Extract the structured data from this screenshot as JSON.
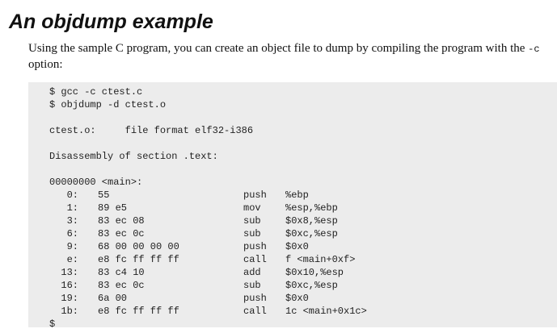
{
  "page": {
    "title": "An objdump example",
    "intro_prefix": "Using the sample C program, you can create an object file to dump by compiling the program with the ",
    "intro_code": "-c",
    "intro_suffix": " option:"
  },
  "code": {
    "cmd1": "$ gcc -c ctest.c",
    "cmd2": "$ objdump -d ctest.o",
    "file_line": "ctest.o:     file format elf32-i386",
    "section_line": "Disassembly of section .text:",
    "func_label": "00000000 <main>:",
    "instructions": [
      {
        "addr": "0:",
        "bytes": "55",
        "mnemonic": "push",
        "operands": "%ebp"
      },
      {
        "addr": "1:",
        "bytes": "89 e5",
        "mnemonic": "mov",
        "operands": "%esp,%ebp"
      },
      {
        "addr": "3:",
        "bytes": "83 ec 08",
        "mnemonic": "sub",
        "operands": "$0x8,%esp"
      },
      {
        "addr": "6:",
        "bytes": "83 ec 0c",
        "mnemonic": "sub",
        "operands": "$0xc,%esp"
      },
      {
        "addr": "9:",
        "bytes": "68 00 00 00 00",
        "mnemonic": "push",
        "operands": "$0x0"
      },
      {
        "addr": "e:",
        "bytes": "e8 fc ff ff ff",
        "mnemonic": "call",
        "operands": "f <main+0xf>"
      },
      {
        "addr": "13:",
        "bytes": "83 c4 10",
        "mnemonic": "add",
        "operands": "$0x10,%esp"
      },
      {
        "addr": "16:",
        "bytes": "83 ec 0c",
        "mnemonic": "sub",
        "operands": "$0xc,%esp"
      },
      {
        "addr": "19:",
        "bytes": "6a 00",
        "mnemonic": "push",
        "operands": "$0x0"
      },
      {
        "addr": "1b:",
        "bytes": "e8 fc ff ff ff",
        "mnemonic": "call",
        "operands": "1c <main+0x1c>"
      }
    ],
    "prompt": "$"
  }
}
